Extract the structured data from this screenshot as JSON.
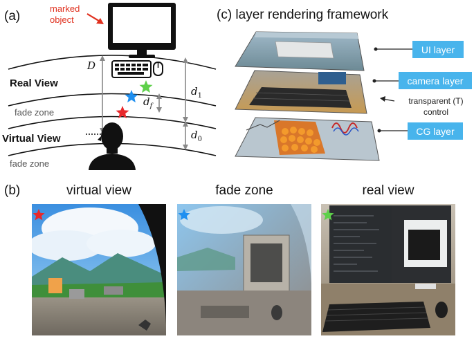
{
  "panel_a": {
    "tag": "(a)",
    "marked_object_line1": "marked",
    "marked_object_line2": "object",
    "real_view": "Real View",
    "virtual_view": "Virtual View",
    "fade_zone_upper": "fade zone",
    "fade_zone_lower": "fade zone",
    "dist_D": "D",
    "dist_d1": "d",
    "dist_d1_sub": "1",
    "dist_df": "d",
    "dist_df_sub": "f",
    "dist_d0": "d",
    "dist_d0_sub": "0"
  },
  "panel_c": {
    "title": "(c) layer rendering framework",
    "ui_layer": "UI layer",
    "camera_layer": "camera layer",
    "transparent_line1": "transparent (T)",
    "transparent_line2": "control",
    "cg_layer": "CG layer"
  },
  "panel_b": {
    "tag": "(b)",
    "virtual_view": "virtual view",
    "fade_zone": "fade zone",
    "real_view": "real view"
  },
  "colors": {
    "red_star": "#e8282b",
    "blue_star": "#1e8ff0",
    "green_star": "#5ed04a",
    "label_box": "#48b4ec",
    "marked_text": "#e0301e"
  }
}
